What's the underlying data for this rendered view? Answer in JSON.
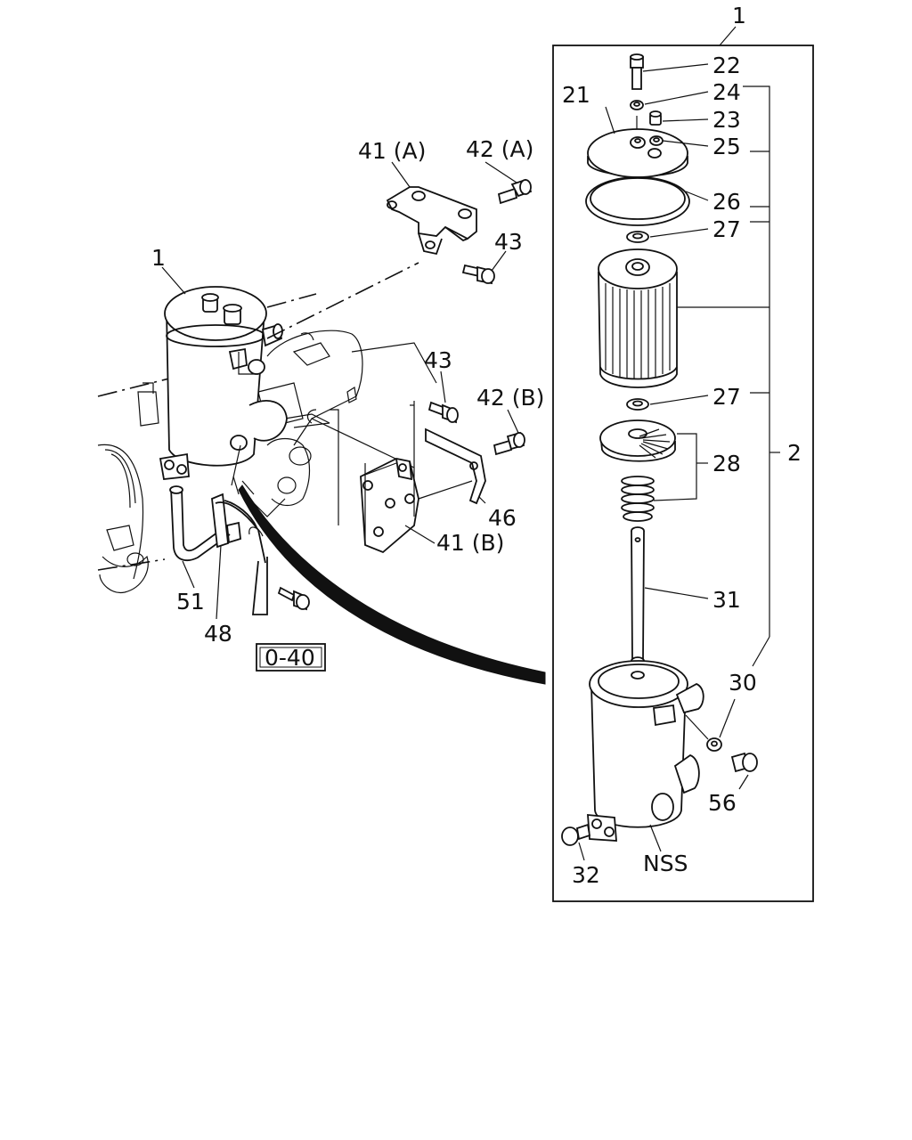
{
  "labels": {
    "top_assembly": "1",
    "left_assembly": "1",
    "p41a": "41 (A)",
    "p42a": "42 (A)",
    "p43_top": "43",
    "p43_mid": "43",
    "p42b": "42 (B)",
    "p46": "46",
    "p41b": "41 (B)",
    "p51": "51",
    "p48": "48",
    "ref_box": "0-40",
    "p22": "22",
    "p24": "24",
    "p21": "21",
    "p23": "23",
    "p25": "25",
    "p26": "26",
    "p27_top": "27",
    "p27_bottom": "27",
    "p28": "28",
    "p2": "2",
    "p31": "31",
    "p30": "30",
    "p56": "56",
    "p32": "32",
    "nss": "NSS"
  }
}
